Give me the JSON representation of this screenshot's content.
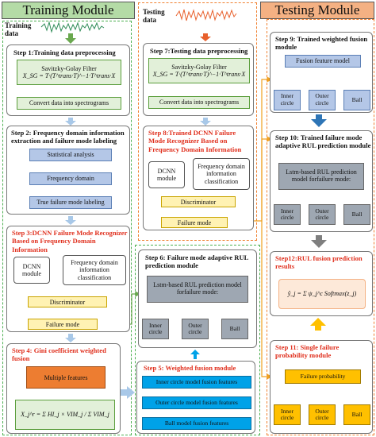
{
  "banners": {
    "training": "Training Module",
    "testing": "Testing Module",
    "training_color": "#b4dba6",
    "testing_color": "#f4b183"
  },
  "inputs": {
    "training_data": "Training\ndata",
    "testing_data": "Testing\ndata"
  },
  "step1": {
    "title": "Step 1:Training data  preprocessing",
    "filter": "Savitzky-Golay Filter",
    "formula": "X_SG = T·(T^trans·T)^−1·T^trans·X",
    "convert": "Convert data into spectrograms"
  },
  "step2": {
    "title": "Step 2: Frequency domain information extraction and failure mode labeling",
    "items": [
      "Statistical analysis",
      "Frequency domain",
      "True failure mode labeling"
    ]
  },
  "step3": {
    "title": "Step 3:DCNN Failure Mode Recognizer Based on Frequency Domain Information",
    "dcnn": "DCNN\nmodule",
    "freq": "Frequency domain\ninformation\nclassification",
    "disc": "Discriminator",
    "fm": "Failure mode"
  },
  "step4": {
    "title": "Step 4: Gini coefficient weighted fusion",
    "multi": "Multiple features",
    "formula": "X_j^r = Σ HI_j × VIM_j / Σ VIM_j"
  },
  "step5": {
    "title": "Step 5: Weighted fusion module",
    "items": [
      "Inner circle model fusion features",
      "Outer circle model fusion features",
      "Ball model fusion features"
    ]
  },
  "step6": {
    "title": "Step 6: Failure mode adaptive RUL prediction module",
    "lstm": "Lstm-based RUL prediction model forfailure mode:",
    "items": [
      "Inner\ncircle",
      "Outer\ncircle",
      "Ball"
    ]
  },
  "step7": {
    "title": "Step 7:Testing data preprocessing",
    "filter": "Savitzky-Golay Filter",
    "formula": "X_SG = T·(T^trans·T)^−1·T^trans·X",
    "convert": "Convert data into spectrograms"
  },
  "step8": {
    "title": "Step 8:Trained DCNN Failure Mode Recognizer Based on Frequency Domain Information",
    "dcnn": "DCNN\nmodule",
    "freq": "Frequency domain\ninformation\nclassification",
    "disc": "Discriminator",
    "fm": "Failure mode"
  },
  "step9": {
    "title": "Step 9: Trained weighted fusion module",
    "fusion": "Fusion feature model",
    "items": [
      "Inner\ncircle",
      "Outer\ncircle",
      "Ball"
    ]
  },
  "step10": {
    "title": "Step 10: Trained failure mode adaptive RUL prediction module",
    "lstm": "Lstm-based RUL prediction model forfailure mode:",
    "items": [
      "Inner\ncircle",
      "Outer\ncircle",
      "Ball"
    ]
  },
  "step11": {
    "title": "Step 11: Single failure probability module",
    "prob": "Failure probability",
    "items": [
      "Inner\ncircle",
      "Outer\ncircle",
      "Ball"
    ]
  },
  "step12": {
    "title": "Step12:RUL fusion prediction results",
    "formula": "ŷ_j = Σ ψ_j^c Softmax(z_j)"
  }
}
